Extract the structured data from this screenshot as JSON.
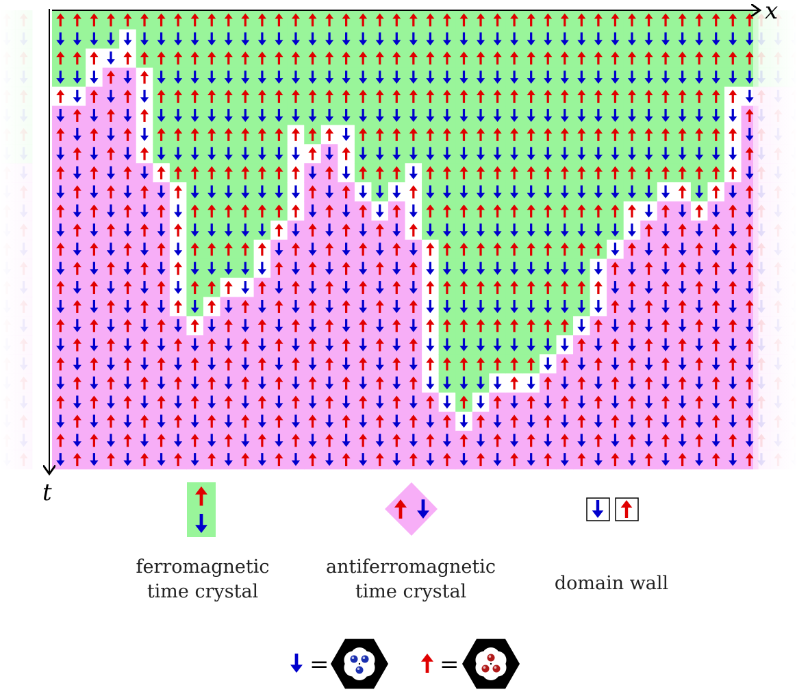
{
  "axes": {
    "x_label": "x",
    "t_label": "t"
  },
  "grid": {
    "columns": 42,
    "rows": 24,
    "sides_faded": true,
    "ferro_depth_by_column": [
      4,
      4,
      2,
      2,
      1,
      3,
      8,
      9,
      16,
      15,
      14,
      14,
      12,
      11,
      6,
      7,
      6,
      6,
      9,
      10,
      9,
      8,
      12,
      20,
      21,
      20,
      19,
      19,
      19,
      18,
      17,
      16,
      13,
      12,
      10,
      10,
      9,
      9,
      10,
      9,
      4,
      4
    ],
    "spin_up_color": "#e00000",
    "spin_down_color": "#0000cc"
  },
  "colors": {
    "ferromagnetic": "#99f59a",
    "antiferromagnetic": "#f7aef7",
    "domain_wall": "#ffffff"
  },
  "legend": [
    {
      "key": "ferro",
      "line1": "ferromagnetic",
      "line2": "time crystal"
    },
    {
      "key": "antiferro",
      "line1": "antiferromagnetic",
      "line2": "time crystal"
    },
    {
      "key": "wall",
      "line1": "domain wall",
      "line2": ""
    }
  ],
  "spin_mapping": {
    "equals": "=",
    "down_atoms": "blue",
    "up_atoms": "red"
  }
}
